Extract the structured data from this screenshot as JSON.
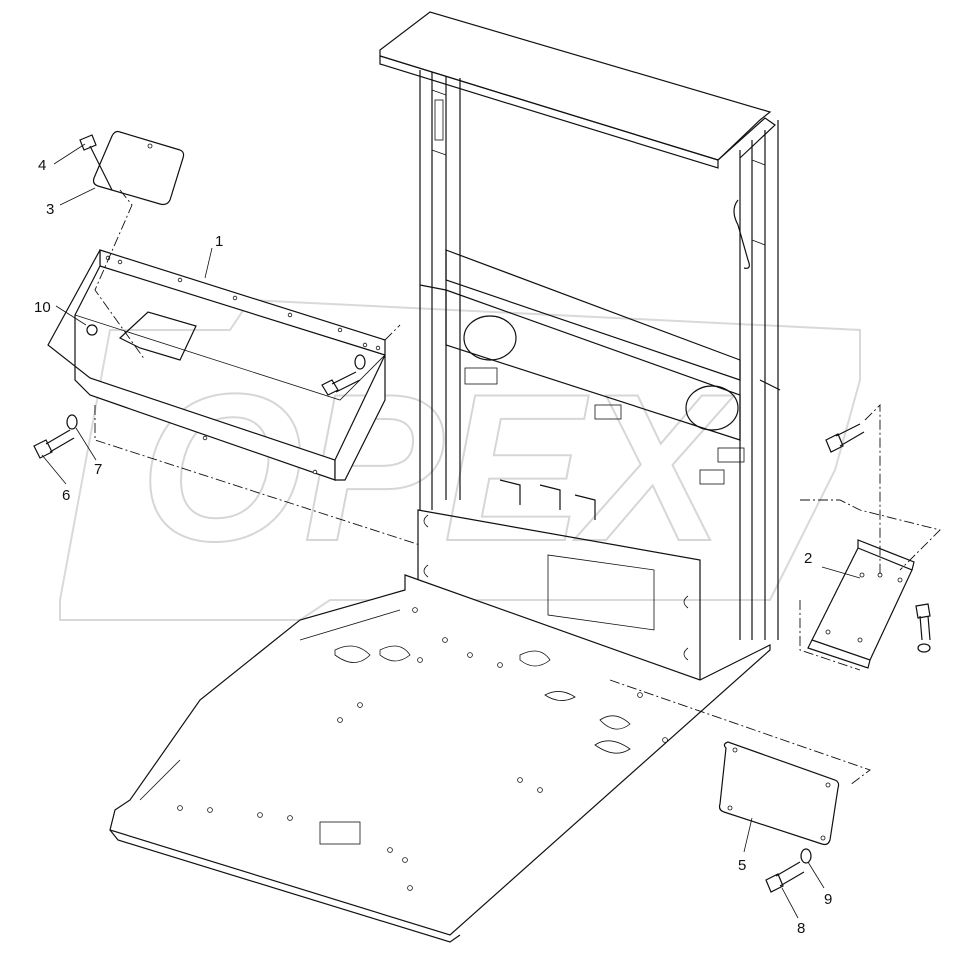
{
  "watermark": {
    "text": "OPEX"
  },
  "corner_mark": "",
  "callouts": [
    {
      "id": "c1",
      "label": "1"
    },
    {
      "id": "c2",
      "label": "2"
    },
    {
      "id": "c3",
      "label": "3"
    },
    {
      "id": "c4",
      "label": "4"
    },
    {
      "id": "c5",
      "label": "5"
    },
    {
      "id": "c6",
      "label": "6"
    },
    {
      "id": "c7",
      "label": "7"
    },
    {
      "id": "c8",
      "label": "8"
    },
    {
      "id": "c9",
      "label": "9"
    },
    {
      "id": "c10",
      "label": "10"
    }
  ],
  "colors": {
    "line": "#111111",
    "watermark": "#d6d6d6",
    "background": "#ffffff"
  }
}
